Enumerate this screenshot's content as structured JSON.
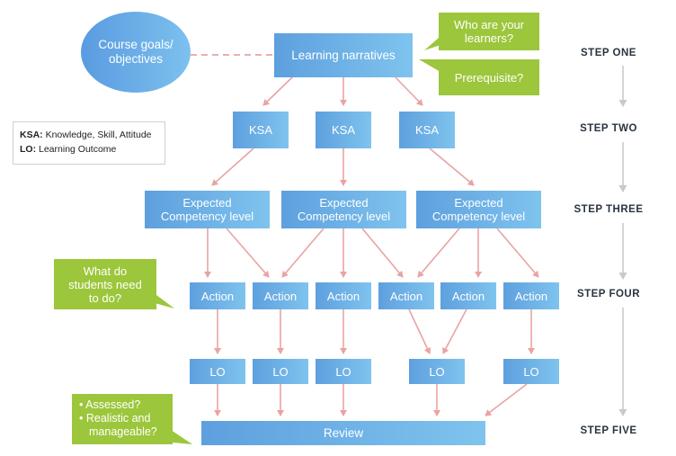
{
  "nodes": {
    "course_goals": "Course goals/ objectives",
    "learning_narratives": "Learning narratives",
    "ksa": [
      "KSA",
      "KSA",
      "KSA"
    ],
    "competency": [
      "Expected Competency level",
      "Expected Competency level",
      "Expected Competency level"
    ],
    "actions": [
      "Action",
      "Action",
      "Action",
      "Action",
      "Action",
      "Action"
    ],
    "lo": [
      "LO",
      "LO",
      "LO",
      "LO",
      "LO"
    ],
    "review": "Review"
  },
  "callouts": {
    "who": "Who are your learners?",
    "prereq": "Prerequisite?",
    "what_do": "What do students need to do?",
    "assessed": "Assessed?",
    "realistic": "Realistic and manageable?"
  },
  "legend": {
    "ksa_key": "KSA:",
    "ksa_value": "Knowledge, Skill, Attitude",
    "lo_key": "LO:",
    "lo_value": "Learning Outcome"
  },
  "steps": [
    "STEP ONE",
    "STEP TWO",
    "STEP THREE",
    "STEP FOUR",
    "STEP FIVE"
  ],
  "colors": {
    "box": "#6aaee6",
    "callout": "#9cc63b",
    "arrow": "#e9a3a3",
    "step_arrow": "#c9c9c9"
  }
}
